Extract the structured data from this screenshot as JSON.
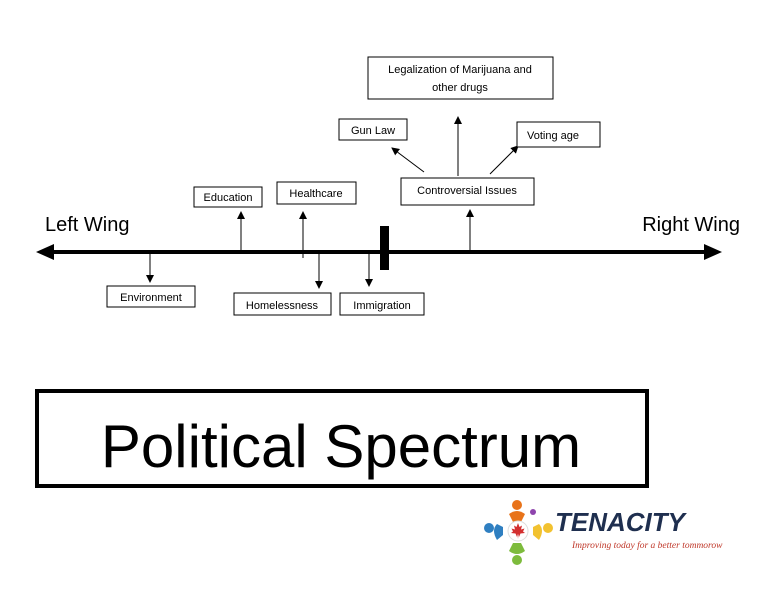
{
  "spectrum": {
    "left_label": "Left Wing",
    "right_label": "Right Wing"
  },
  "issues": {
    "environment": "Environment",
    "education": "Education",
    "healthcare": "Healthcare",
    "homelessness": "Homelessness",
    "immigration": "Immigration",
    "controversial": "Controversial Issues",
    "gun_law": "Gun Law",
    "marijuana_line1": "Legalization of Marijuana and",
    "marijuana_line2": "other drugs",
    "voting_age": "Voting age"
  },
  "title": "Political Spectrum",
  "logo": {
    "name": "TENACITY",
    "tagline": "Improving today for a better tommorow",
    "colors": {
      "brand_name": "#1f2f4f",
      "tagline": "#c0392b",
      "figure_orange": "#e8731a",
      "figure_green": "#7dbb3c",
      "figure_blue": "#2f7fc1",
      "figure_yellow": "#f2c230",
      "figure_purple": "#8e44ad",
      "maple_leaf": "#d32f2f"
    }
  }
}
